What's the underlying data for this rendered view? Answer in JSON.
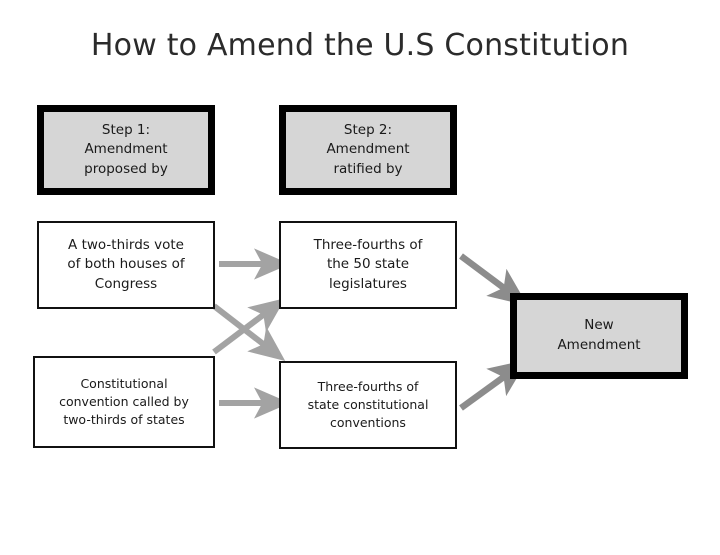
{
  "title": "How to Amend the U.S Constitution",
  "colors": {
    "background": "#ffffff",
    "box_fill_gray": "#d6d6d6",
    "box_fill_white": "#ffffff",
    "border_black": "#000000",
    "arrow_gray": "#a3a3a3",
    "arrow_gray_dark": "#8c8c8c",
    "text": "#1a1a1a"
  },
  "nodes": {
    "step1_header": {
      "style": "header",
      "lines": [
        "Step 1:",
        "Amendment",
        "proposed by"
      ]
    },
    "step2_header": {
      "style": "header",
      "lines": [
        "Step 2:",
        "Amendment",
        "ratified by"
      ]
    },
    "propose_congress": {
      "style": "plain",
      "lines": [
        "A two-thirds vote",
        "of both houses of",
        "Congress"
      ]
    },
    "propose_convention": {
      "style": "plain",
      "lines": [
        "Constitutional",
        "convention called by",
        "two-thirds of states"
      ]
    },
    "ratify_legislatures": {
      "style": "plain",
      "lines": [
        "Three-fourths of",
        "the 50 state",
        "legislatures"
      ]
    },
    "ratify_conventions": {
      "style": "plain",
      "lines": [
        "Three-fourths of",
        "state constitutional",
        "conventions"
      ]
    },
    "new_amendment": {
      "style": "result",
      "lines": [
        "New",
        "Amendment"
      ]
    }
  },
  "edges": [
    {
      "from": "propose_congress",
      "to": "ratify_legislatures",
      "shape": "horizontal"
    },
    {
      "from": "propose_congress",
      "to": "ratify_conventions",
      "shape": "diagonal-down"
    },
    {
      "from": "propose_convention",
      "to": "ratify_legislatures",
      "shape": "diagonal-up"
    },
    {
      "from": "propose_convention",
      "to": "ratify_conventions",
      "shape": "horizontal"
    },
    {
      "from": "ratify_legislatures",
      "to": "new_amendment",
      "shape": "diagonal-down"
    },
    {
      "from": "ratify_conventions",
      "to": "new_amendment",
      "shape": "diagonal-up"
    }
  ]
}
